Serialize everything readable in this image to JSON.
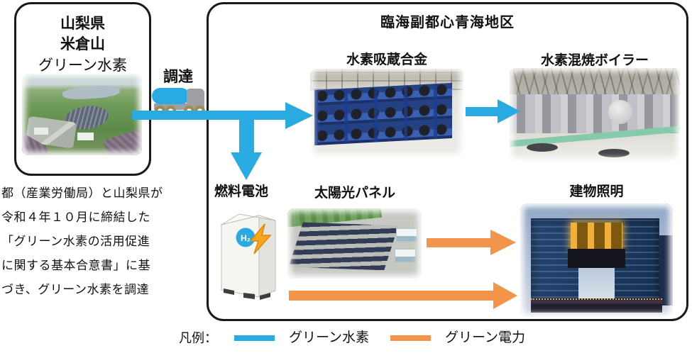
{
  "source_box": {
    "title_lines": [
      "山梨県",
      "米倉山",
      "グリーン水素"
    ]
  },
  "procurement": {
    "label": "調達"
  },
  "note_lines": [
    "都（産業労働局）と山梨県が",
    "令和４年１０月に締結した",
    "「グリーン水素の活用促進",
    "に関する基本合意書」に基",
    "づき、グリーン水素を調達"
  ],
  "destination_box": {
    "title": "臨海副都心青海地区",
    "items": {
      "storage": {
        "label": "水素吸蔵合金"
      },
      "boiler": {
        "label": "水素混焼ボイラー"
      },
      "fuel_cell": {
        "label": "燃料電池",
        "badge": "H₂"
      },
      "solar": {
        "label": "太陽光パネル"
      },
      "lighting": {
        "label": "建物照明"
      }
    }
  },
  "legend": {
    "title": "凡例：",
    "items": [
      {
        "label": "グリーン水素",
        "color": "#29ABE2"
      },
      {
        "label": "グリーン電力",
        "color": "#F2954A"
      }
    ]
  },
  "colors": {
    "hydrogen_blue": "#29ABE2",
    "power_orange": "#F2954A"
  }
}
